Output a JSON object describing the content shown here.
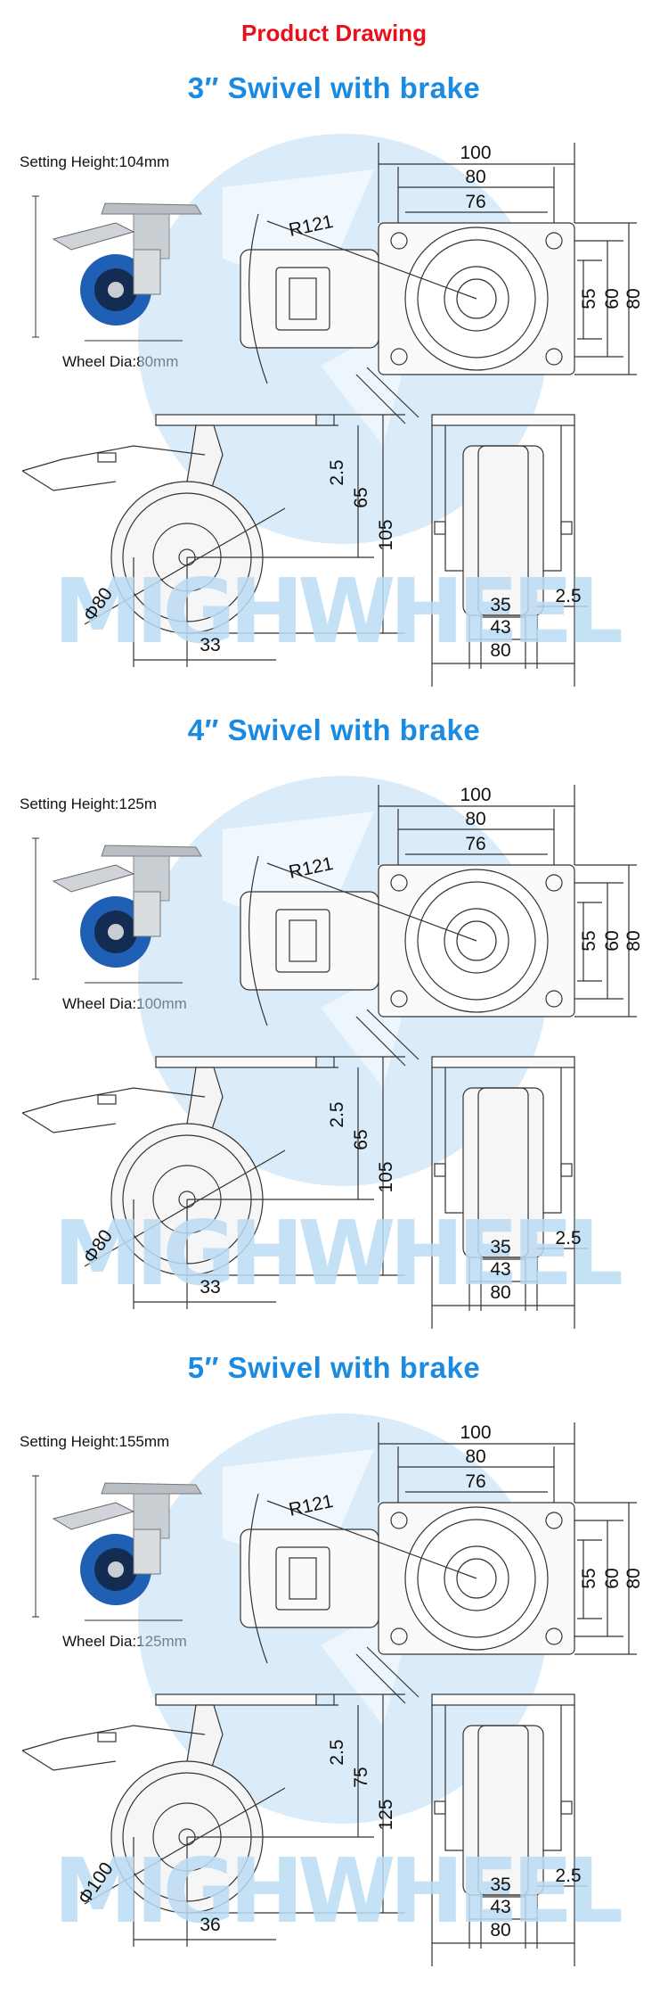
{
  "header": {
    "title": "Product Drawing"
  },
  "colors": {
    "title_red": "#e8101a",
    "heading_blue": "#1a8be0",
    "watermark": "#bcdcf4",
    "wheel_blue": "#1f5fb4",
    "line": "#333333"
  },
  "watermark_text": "MIGHWHEEL",
  "sections": [
    {
      "title": "3″ Swivel with brake",
      "setting_height": "Setting Height:104mm",
      "wheel_dia": "Wheel Dia:80mm",
      "top_view": {
        "radius": "R121",
        "plate_width": "100",
        "hole_span": "80",
        "inner_span": "76",
        "hole_v1": "55",
        "hole_v2": "60",
        "plate_depth": "80"
      },
      "side_view": {
        "offset": "2.5",
        "plate_to_axle": "65",
        "total_height": "105",
        "wheel": "Φ80",
        "swivel_offset": "33"
      },
      "front_view": {
        "gap": "2.5",
        "hub": "35",
        "wheel_width": "43",
        "fork_width": "80"
      }
    },
    {
      "title": "4″ Swivel with brake",
      "setting_height": "Setting Height:125m",
      "wheel_dia": "Wheel Dia:100mm",
      "top_view": {
        "radius": "R121",
        "plate_width": "100",
        "hole_span": "80",
        "inner_span": "76",
        "hole_v1": "55",
        "hole_v2": "60",
        "plate_depth": "80"
      },
      "side_view": {
        "offset": "2.5",
        "plate_to_axle": "65",
        "total_height": "105",
        "wheel": "Φ80",
        "swivel_offset": "33"
      },
      "front_view": {
        "gap": "2.5",
        "hub": "35",
        "wheel_width": "43",
        "fork_width": "80"
      }
    },
    {
      "title": "5″ Swivel with brake",
      "setting_height": "Setting Height:155mm",
      "wheel_dia": "Wheel Dia:125mm",
      "top_view": {
        "radius": "R121",
        "plate_width": "100",
        "hole_span": "80",
        "inner_span": "76",
        "hole_v1": "55",
        "hole_v2": "60",
        "plate_depth": "80"
      },
      "side_view": {
        "offset": "2.5",
        "plate_to_axle": "75",
        "total_height": "125",
        "wheel": "Φ100",
        "swivel_offset": "36"
      },
      "front_view": {
        "gap": "2.5",
        "hub": "35",
        "wheel_width": "43",
        "fork_width": "80"
      }
    }
  ]
}
